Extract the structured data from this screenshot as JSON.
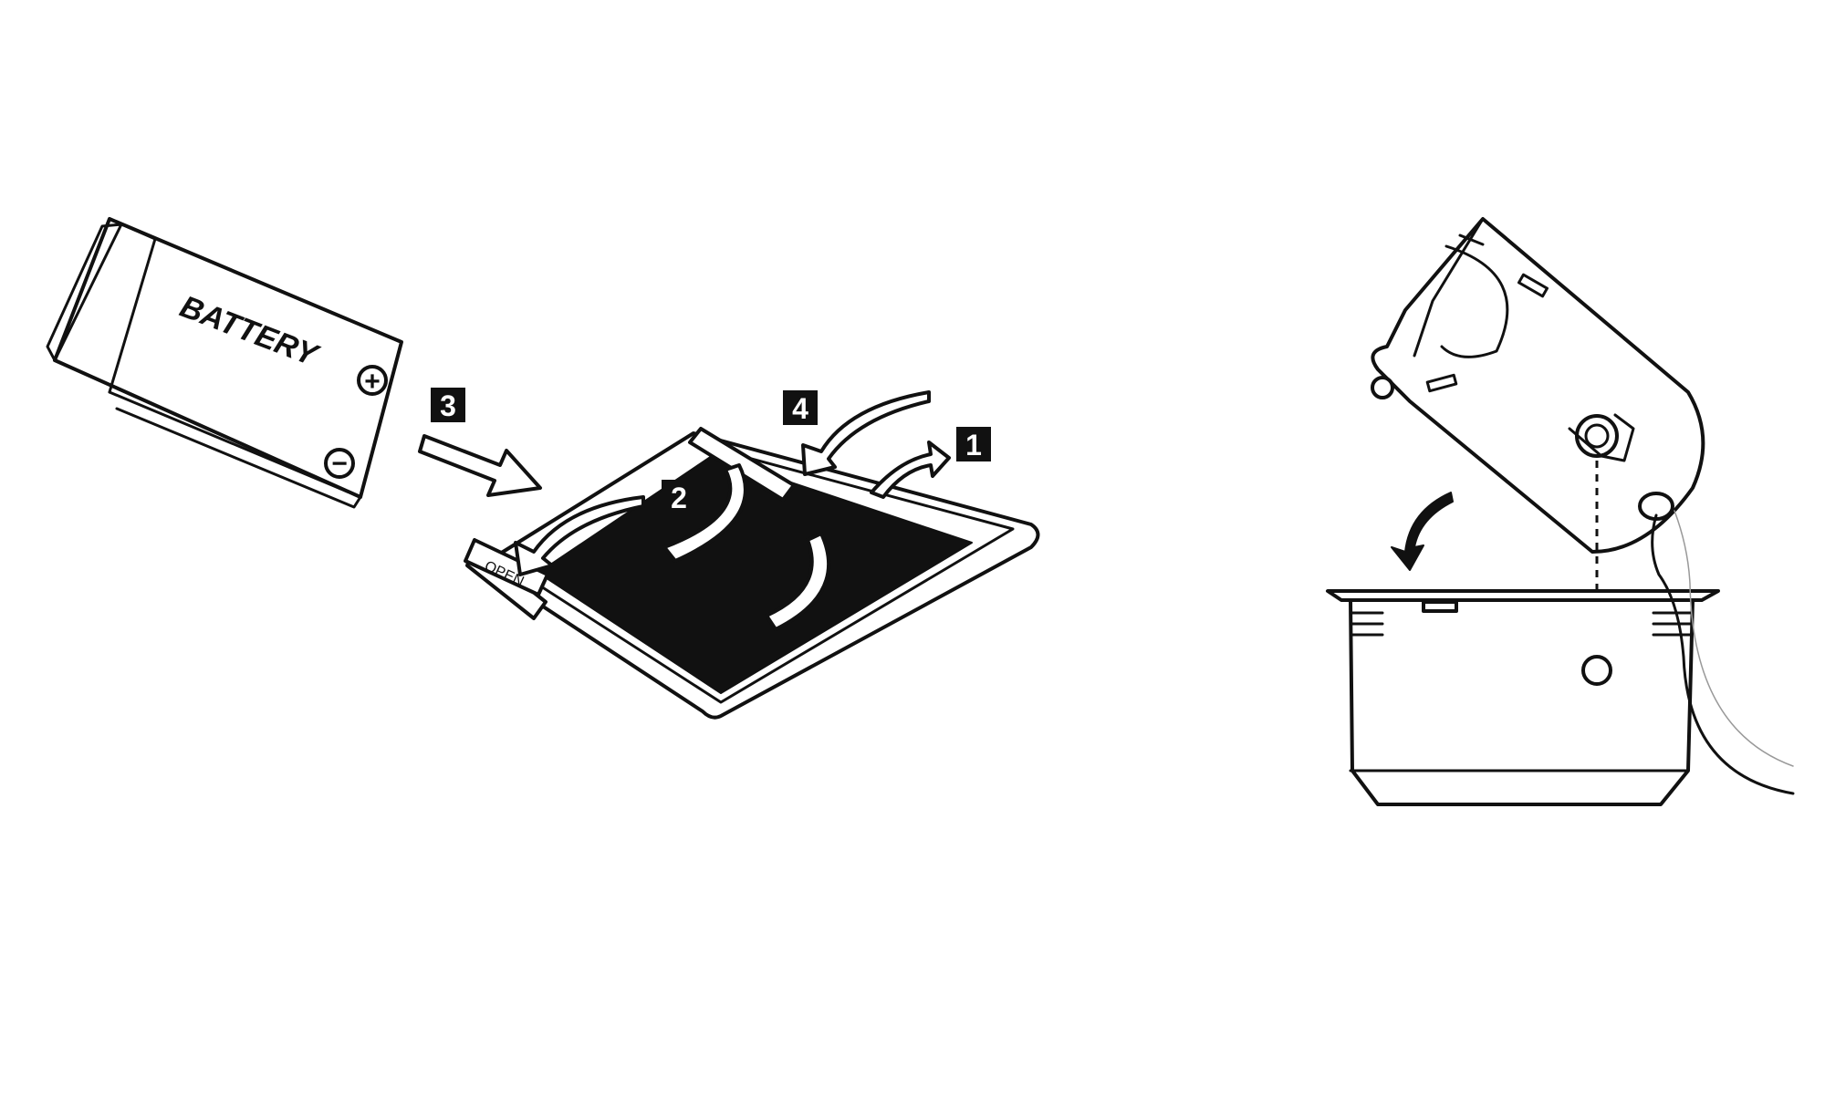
{
  "battery_label": "BATTERY",
  "plus_symbol": "+",
  "minus_symbol": "−",
  "open_label": "OPEN",
  "steps": [
    "1",
    "2",
    "3",
    "4"
  ],
  "colors": {
    "ink": "#111111",
    "paper": "#ffffff"
  }
}
